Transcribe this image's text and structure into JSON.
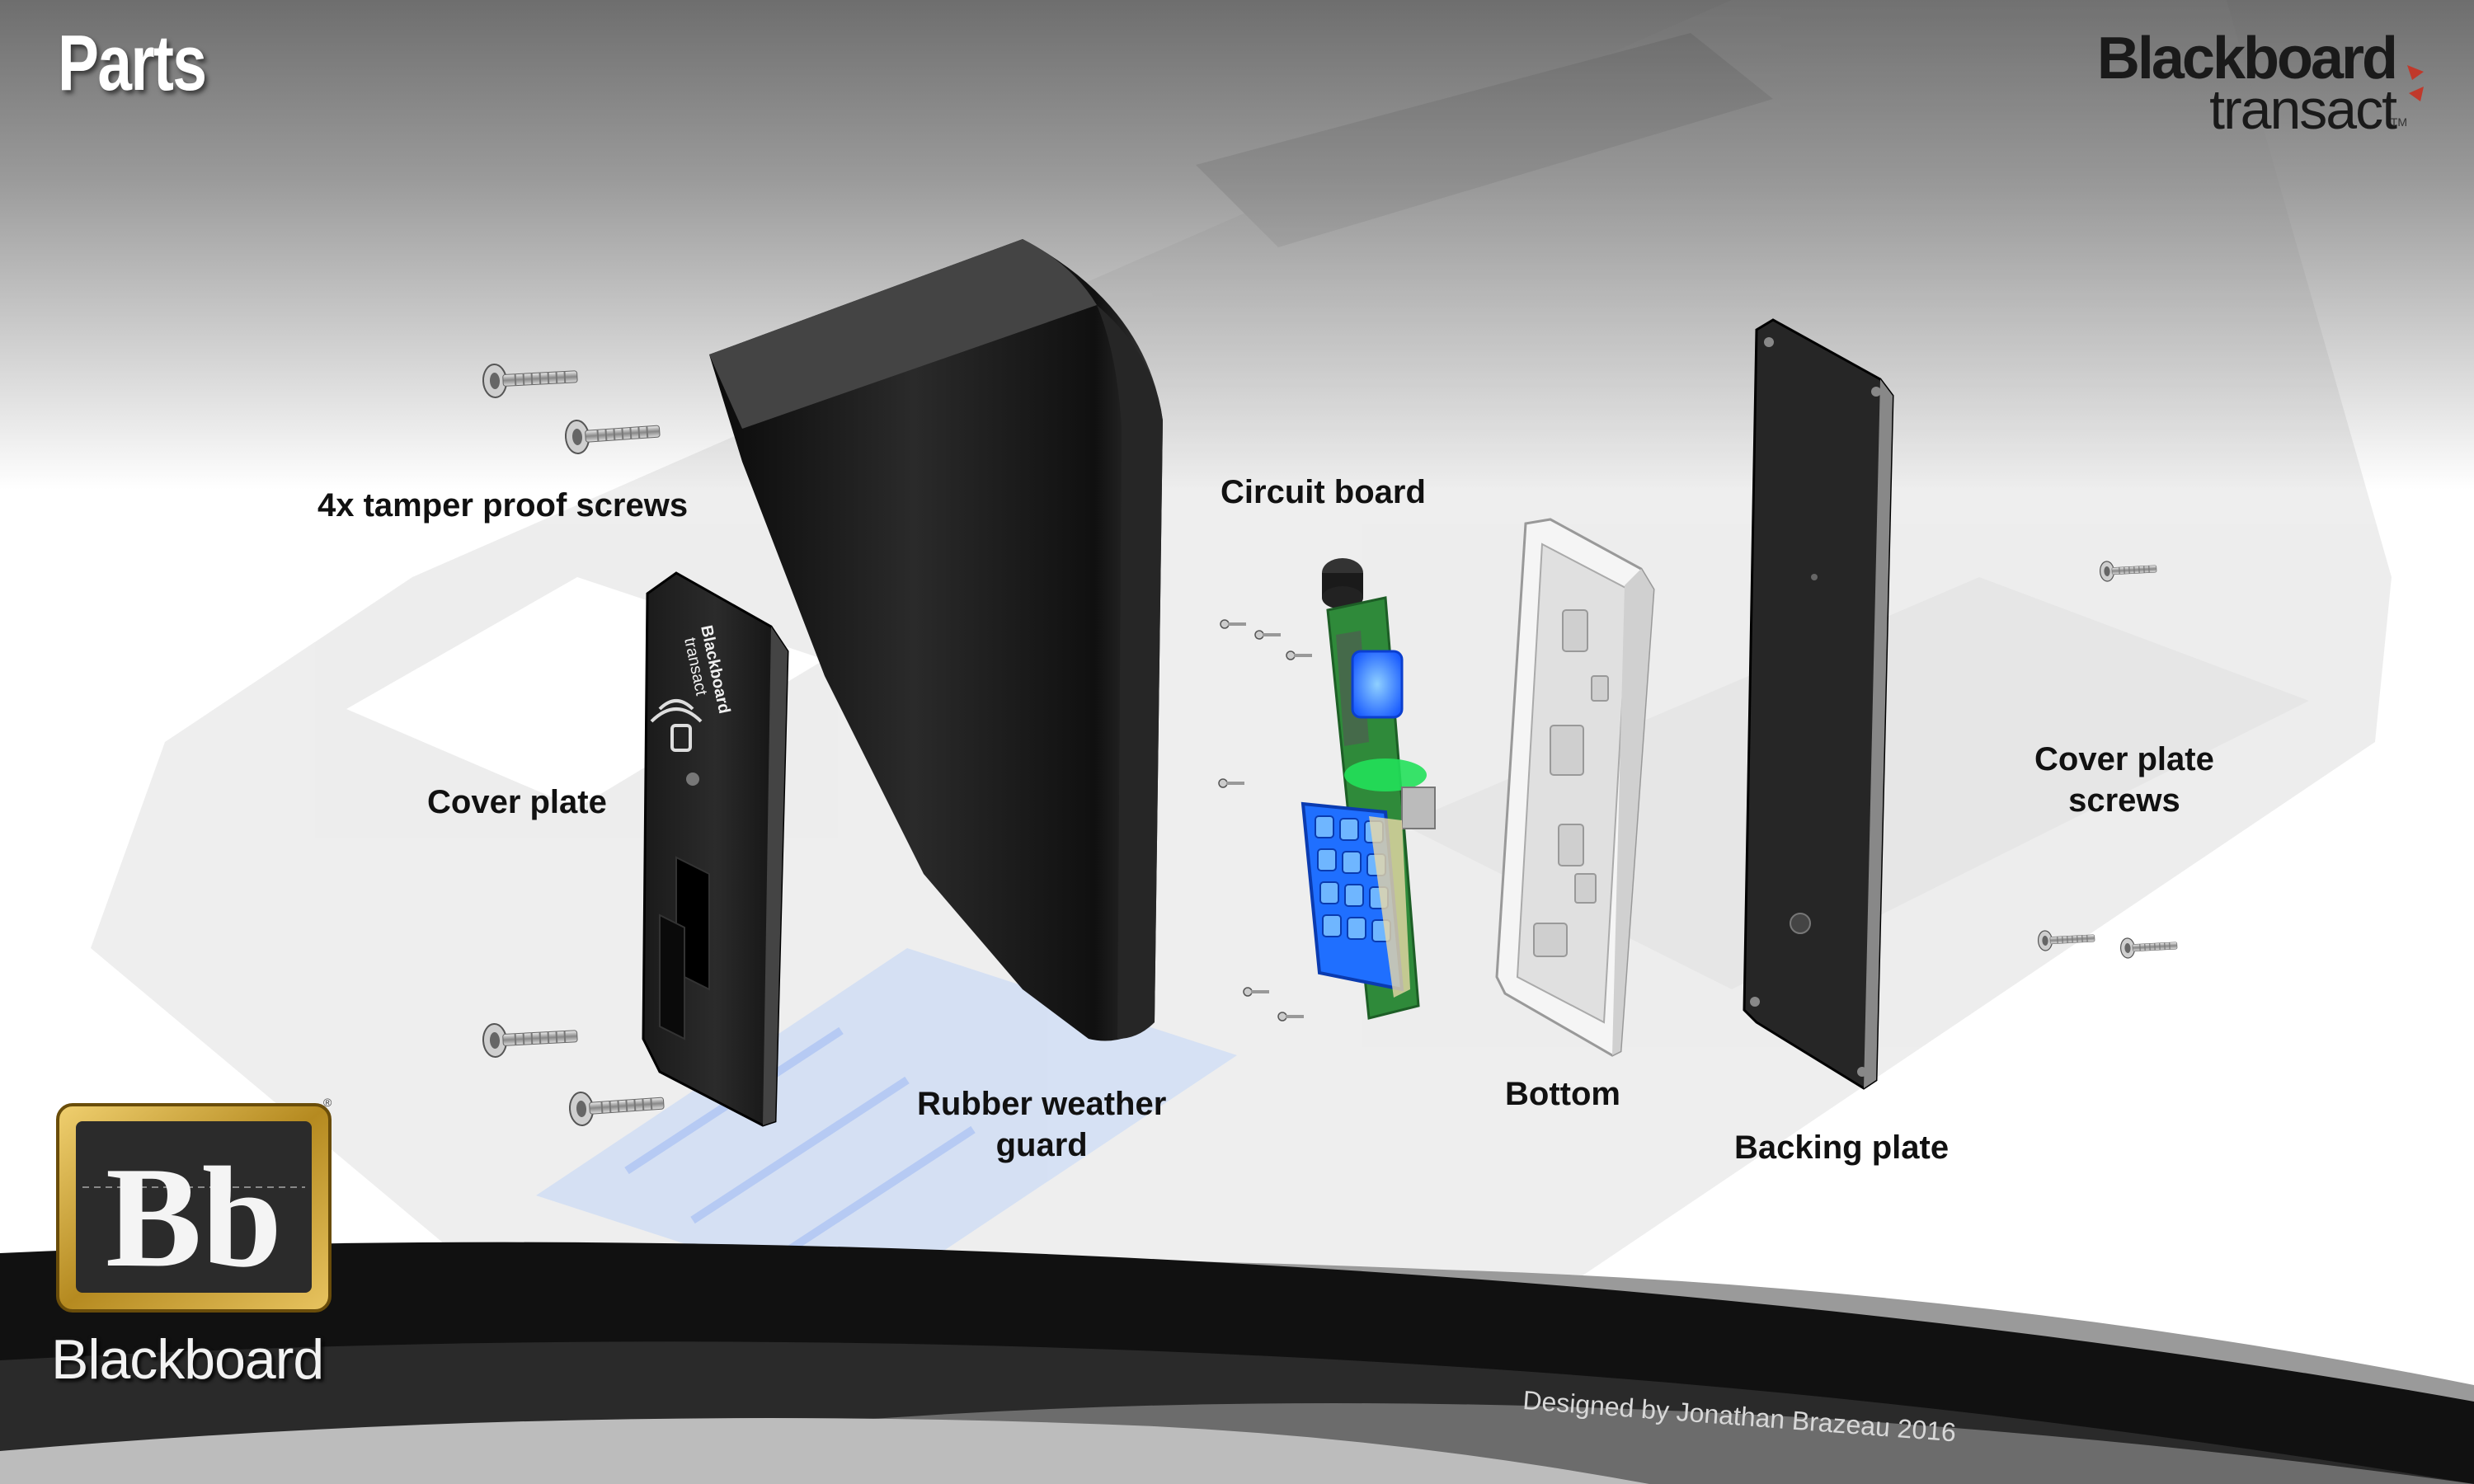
{
  "header": {
    "title": "Parts"
  },
  "brand": {
    "name": "Blackboard",
    "sub": "transact",
    "trademark": "TM"
  },
  "footer": {
    "logo_letters": "Bb",
    "logo_word": "Blackboard",
    "logo_mark": "®",
    "credit": "Designed by Jonathan Brazeau 2016"
  },
  "device_text": {
    "cover_brand": "Blackboard",
    "cover_sub": "transact"
  },
  "labels": {
    "screws": "4x tamper proof screws",
    "circuit_board": "Circuit board",
    "cover_plate": "Cover plate",
    "cover_plate_screws": [
      "Cover plate",
      "screws"
    ],
    "rubber_guard": [
      "Rubber weather",
      "guard"
    ],
    "bottom": "Bottom",
    "backing_plate": "Backing plate"
  },
  "colors": {
    "accent": "#c0392b",
    "led_blue": "#1f6fff",
    "led_green": "#22e05a",
    "pcb_green": "#2f8a3a",
    "logo_gold": "#c8a23a"
  },
  "icons": [
    "wireless-tap-icon",
    "arrows-icon"
  ]
}
